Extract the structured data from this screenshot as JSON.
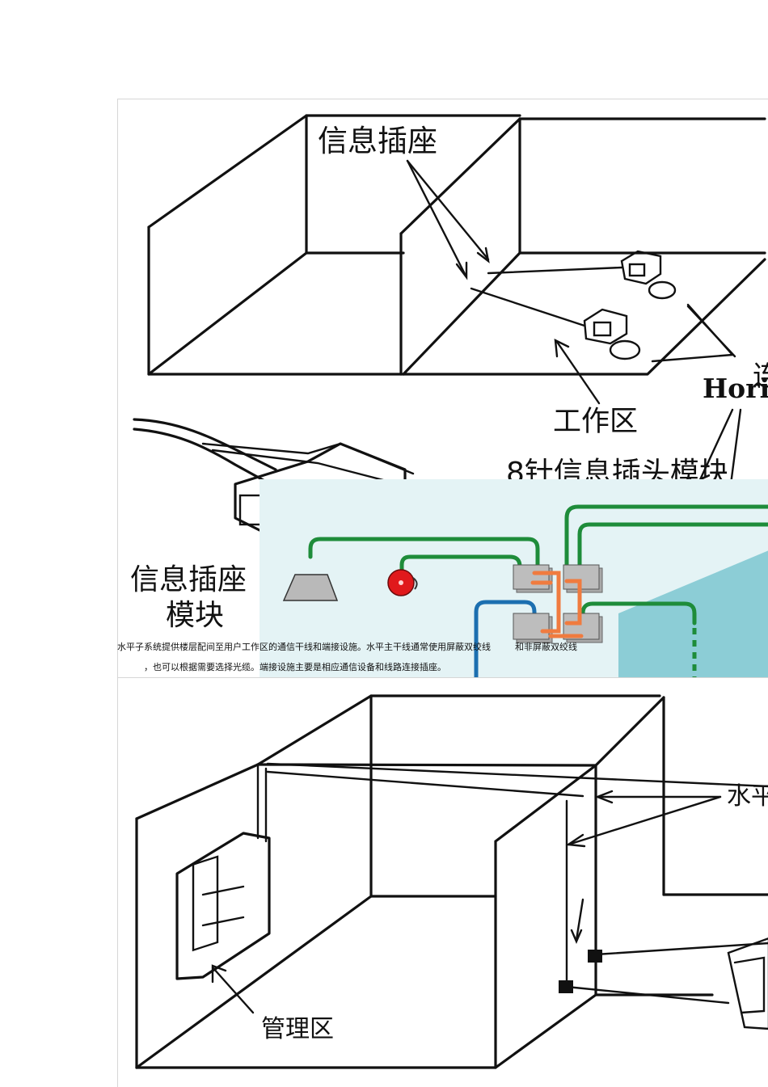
{
  "figure_top": {
    "labels": {
      "outlet": "信息插座",
      "work_area": "工作区",
      "plug_module": "8针信息插头模块",
      "horizontal": "Horiz",
      "outlet_module_line1": "信息插座",
      "outlet_module_line2": "模块",
      "cut_char": "连"
    }
  },
  "figure_bottom": {
    "labels": {
      "management_area": "管理区",
      "horizontal_cn": "水平"
    }
  },
  "caption": {
    "line1_a": "水平子系统提供楼层配间至用户工作区的通信干线和端接设施。水平主干线通常使用屏蔽双绞线",
    "line1_b": "和非屏蔽双绞线",
    "line2": "，也可以根据需要选择光缆。端接设施主要是相应通信设备和线路连接插座。"
  },
  "colors": {
    "inset_bg": "#e4f3f5",
    "inset_wall": "#8ccdd6",
    "cable_green": "#1e8c3a",
    "cable_blue": "#1c6fb0",
    "patch_orange": "#f07b3f",
    "bell_red": "#e0191c",
    "device_gray": "#b9b9b9"
  }
}
